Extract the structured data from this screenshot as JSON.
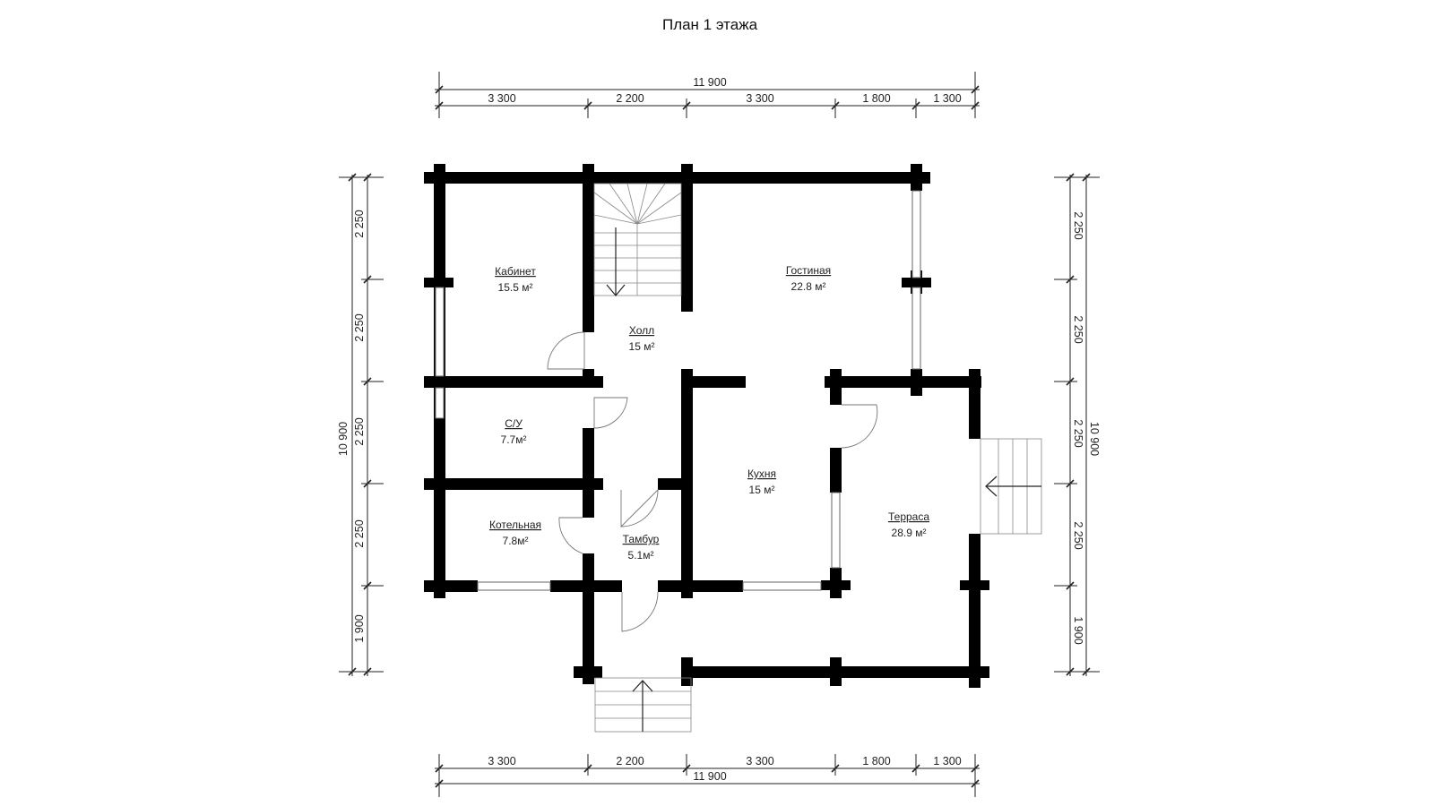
{
  "title": "План 1 этажа",
  "dimensions": {
    "top_total": "11 900",
    "top_segments": [
      "3 300",
      "2 200",
      "3 300",
      "1 800",
      "1 300"
    ],
    "bottom_total": "11 900",
    "bottom_segments": [
      "3 300",
      "2 200",
      "3 300",
      "1 800",
      "1 300"
    ],
    "left_total": "10 900",
    "left_segments": [
      "2 250",
      "2 250",
      "2 250",
      "2 250",
      "1 900"
    ],
    "right_total": "10 900",
    "right_segments": [
      "2 250",
      "2 250",
      "2 250",
      "2 250",
      "1 900"
    ]
  },
  "rooms": {
    "kabinet": {
      "name": "Кабинет",
      "area": "15.5 м²"
    },
    "gostinaya": {
      "name": "Гостиная",
      "area": "22.8 м²"
    },
    "holl": {
      "name": "Холл",
      "area": "15 м²"
    },
    "su": {
      "name": "С/У",
      "area": "7.7м²"
    },
    "kuhnya": {
      "name": "Кухня",
      "area": "15 м²"
    },
    "terrasa": {
      "name": "Терраса",
      "area": "28.9 м²"
    },
    "kotelnaya": {
      "name": "Котельная",
      "area": "7.8м²"
    },
    "tambur": {
      "name": "Тамбур",
      "area": "5.1м²"
    }
  }
}
